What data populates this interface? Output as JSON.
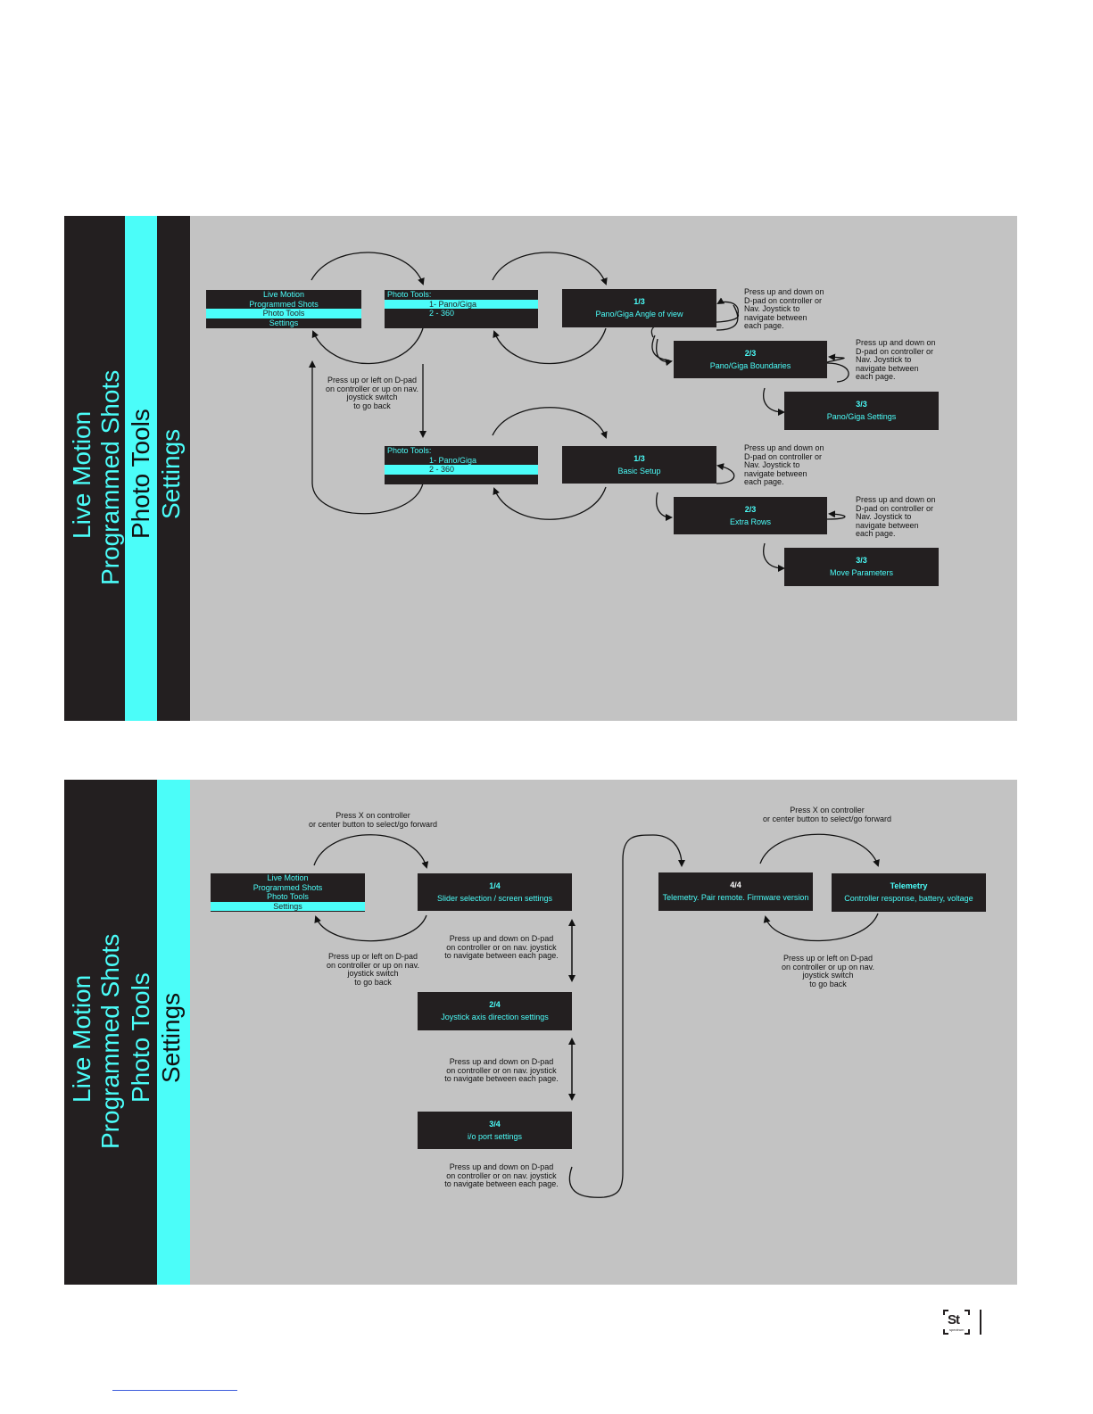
{
  "sidebar": {
    "items": [
      "Live Motion",
      "Programmed Shots",
      "Photo Tools",
      "Settings"
    ]
  },
  "top": {
    "main_menu": [
      "Live Motion",
      "Programmed Shots",
      "Photo Tools",
      "Settings"
    ],
    "photo_menu_a": [
      "Photo Tools:",
      "1- Pano/Giga",
      "2 - 360"
    ],
    "photo_menu_b": [
      "Photo Tools:",
      "1- Pano/Giga",
      "2 - 360"
    ],
    "back_note": [
      "Press up or left on D-pad",
      "on controller or up on nav.",
      "joystick switch",
      "to go back"
    ],
    "pano_pages": [
      {
        "num": "1/3",
        "title": "Pano/Giga Angle of view"
      },
      {
        "num": "2/3",
        "title": "Pano/Giga Boundaries"
      },
      {
        "num": "3/3",
        "title": "Pano/Giga Settings"
      }
    ],
    "p360_pages": [
      {
        "num": "1/3",
        "title": "Basic Setup"
      },
      {
        "num": "2/3",
        "title": "Extra Rows"
      },
      {
        "num": "3/3",
        "title": "Move Parameters"
      }
    ],
    "nav_note": [
      "Press up and down on",
      "D-pad on controller or",
      "Nav. Joystick to",
      "navigate between",
      "each page."
    ]
  },
  "bottom": {
    "forward_note": [
      "Press X on controller",
      "or center button to select/go forward"
    ],
    "main_menu": [
      "Live Motion",
      "Programmed Shots",
      "Photo Tools",
      "Settings"
    ],
    "back_note": [
      "Press up or left on D-pad",
      "on controller or up on nav.",
      "joystick switch",
      "to go back"
    ],
    "pages": [
      {
        "num": "1/4",
        "title": "Slider selection / screen settings"
      },
      {
        "num": "2/4",
        "title": "Joystick axis direction settings"
      },
      {
        "num": "3/4",
        "title": "i/o port settings"
      },
      {
        "num": "4/4",
        "title": "Telemetry. Pair remote. Firmware version"
      }
    ],
    "telemetry": {
      "num": "Telemetry",
      "title": "Controller response, battery, voltage"
    },
    "nav_note": [
      "Press up and down on D-pad",
      "on controller or on nav. joystick",
      "to navigate between each page."
    ]
  },
  "logo": {
    "mark": "St",
    "sub": "spectrum"
  },
  "colors": {
    "accent": "#4bfdf9",
    "dark": "#231f20",
    "panel": "#c3c3c3"
  }
}
